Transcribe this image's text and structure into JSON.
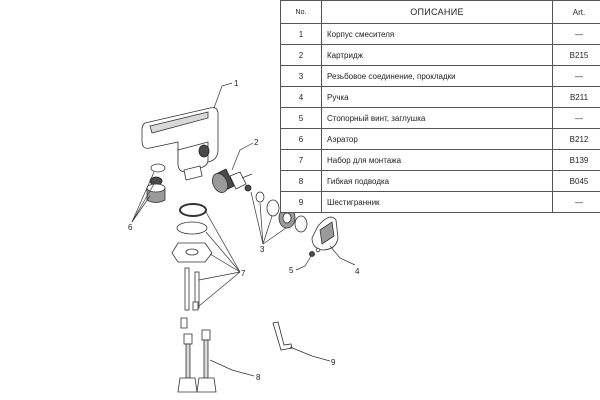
{
  "table": {
    "headers": {
      "no": "No.",
      "description": "ОПИСАНИЕ",
      "art": "Art."
    },
    "rows": [
      {
        "no": "1",
        "description": "Корпус смесителя",
        "art": "—"
      },
      {
        "no": "2",
        "description": "Картридж",
        "art": "B215"
      },
      {
        "no": "3",
        "description": "Резьбовое соединение, прокладки",
        "art": "—"
      },
      {
        "no": "4",
        "description": "Ручка",
        "art": "B211"
      },
      {
        "no": "5",
        "description": "Стопорный винт, заглушка",
        "art": "—"
      },
      {
        "no": "6",
        "description": "Аэратор",
        "art": "B212"
      },
      {
        "no": "7",
        "description": "Набор для монтажа",
        "art": "B139"
      },
      {
        "no": "8",
        "description": "Гибкая подводка",
        "art": "B045"
      },
      {
        "no": "9",
        "description": "Шестигранник",
        "art": "—"
      }
    ]
  },
  "callouts": {
    "c1": "1",
    "c2": "2",
    "c3": "3",
    "c4": "4",
    "c5": "5",
    "c6": "6",
    "c7": "7",
    "c8": "8",
    "c9": "9"
  }
}
